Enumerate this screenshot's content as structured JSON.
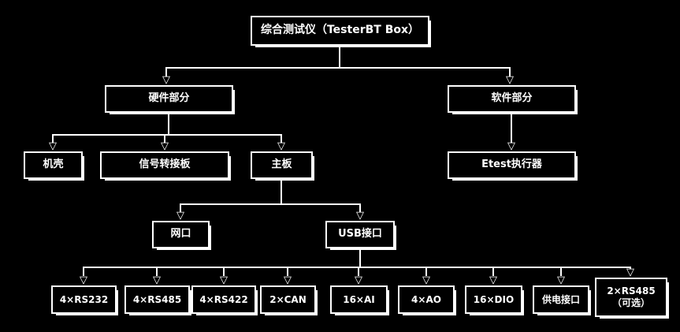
{
  "diagram": {
    "type": "tree",
    "title": "综合测试仪（TesterBT Box）",
    "background": "#000000",
    "box_border_color": "#ffffff",
    "text_color": "#ffffff",
    "connector_color": "#ffffff"
  },
  "icons": {
    "arrow_down": "▽"
  },
  "nodes": {
    "root": {
      "label": "综合测试仪（TesterBT Box）"
    },
    "hardware": {
      "label": "硬件部分"
    },
    "software": {
      "label": "软件部分"
    },
    "chassis": {
      "label": "机壳"
    },
    "signal_adapter_board": {
      "label": "信号转接板"
    },
    "mainboard": {
      "label": "主板"
    },
    "etest_executor": {
      "label": "Etest执行器"
    },
    "network_port": {
      "label": "网口"
    },
    "usb_port": {
      "label": "USB接口"
    },
    "rs232": {
      "label": "4×RS232"
    },
    "rs485": {
      "label": "4×RS485"
    },
    "rs422": {
      "label": "4×RS422"
    },
    "can": {
      "label": "2×CAN"
    },
    "ai": {
      "label": "16×AI"
    },
    "ao": {
      "label": "4×AO"
    },
    "dio": {
      "label": "16×DIO"
    },
    "power_port": {
      "label": "供电接口"
    },
    "rs485_optional": {
      "label": "2×RS485",
      "label_line2": "（可选）"
    }
  },
  "edges": [
    [
      "root",
      "hardware"
    ],
    [
      "root",
      "software"
    ],
    [
      "hardware",
      "chassis"
    ],
    [
      "hardware",
      "signal_adapter_board"
    ],
    [
      "hardware",
      "mainboard"
    ],
    [
      "software",
      "etest_executor"
    ],
    [
      "mainboard",
      "network_port"
    ],
    [
      "mainboard",
      "usb_port"
    ],
    [
      "usb_port",
      "rs232"
    ],
    [
      "usb_port",
      "rs485"
    ],
    [
      "usb_port",
      "rs422"
    ],
    [
      "usb_port",
      "can"
    ],
    [
      "usb_port",
      "ai"
    ],
    [
      "usb_port",
      "ao"
    ],
    [
      "usb_port",
      "dio"
    ],
    [
      "usb_port",
      "power_port"
    ],
    [
      "usb_port",
      "rs485_optional"
    ]
  ]
}
